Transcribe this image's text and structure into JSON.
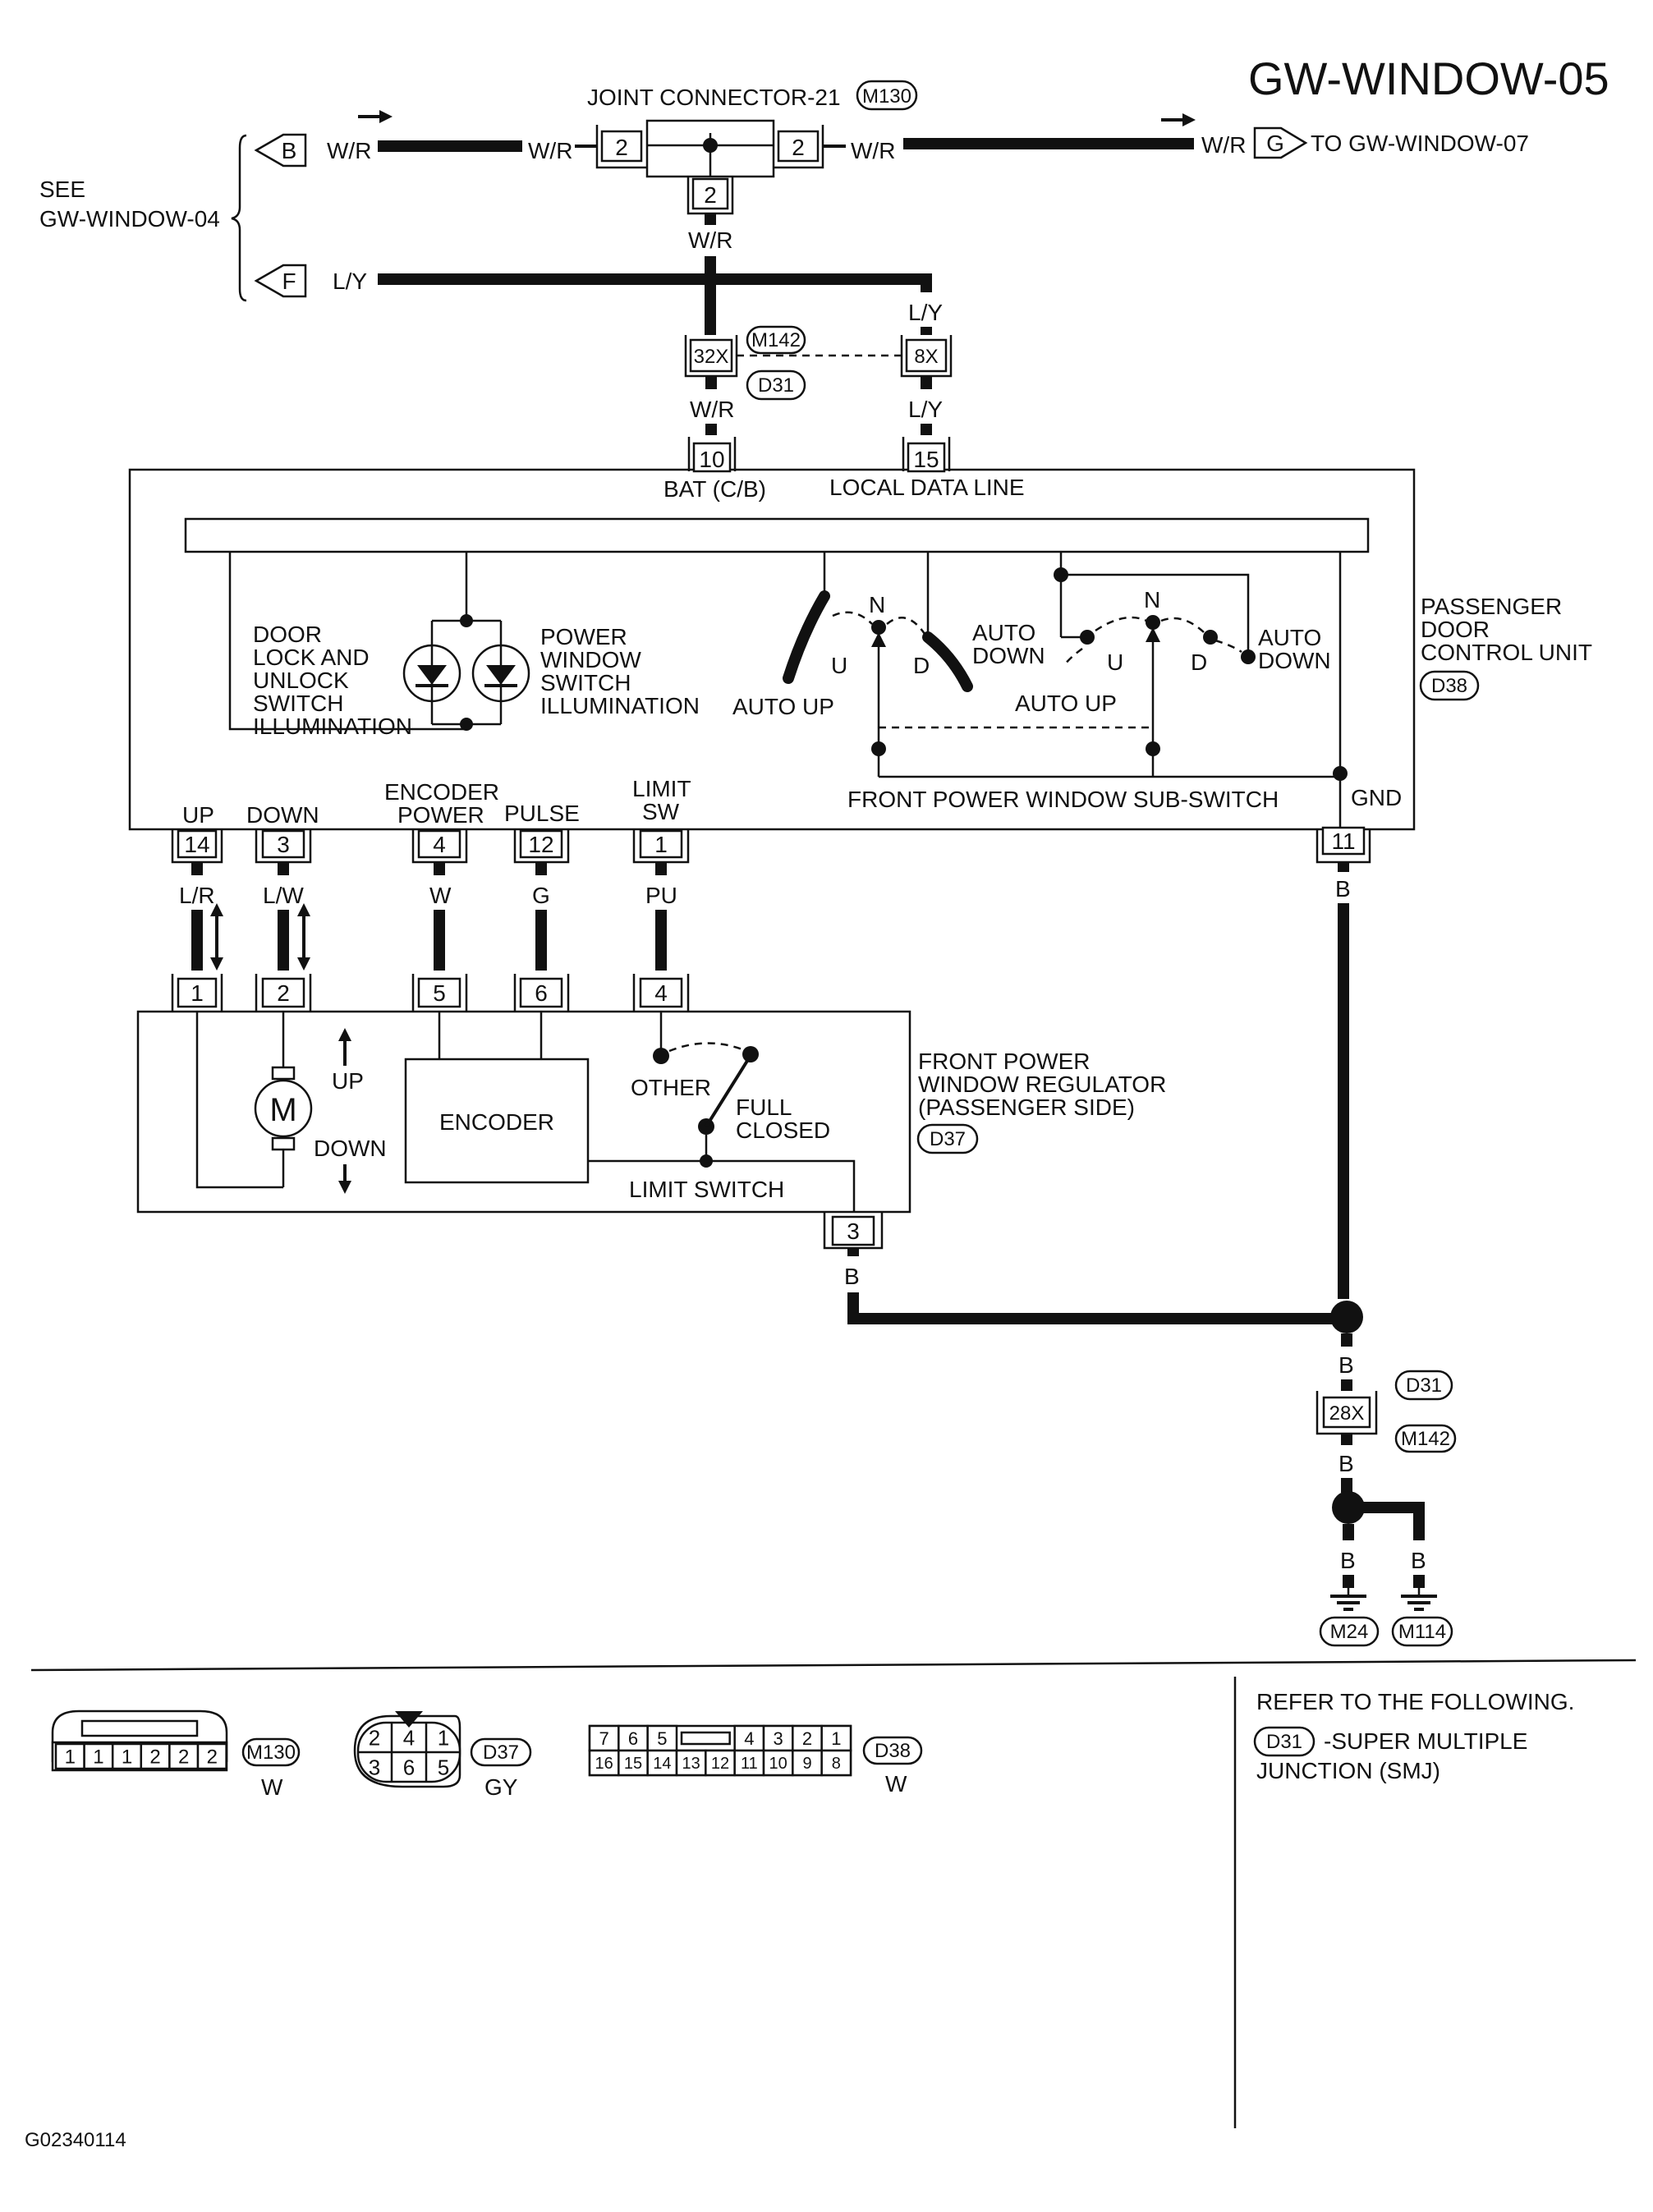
{
  "page": {
    "title": "GW-WINDOW-05",
    "figure_id": "G02340114"
  },
  "top": {
    "joint_connector": "JOINT CONNECTOR-21",
    "joint_connector_tag": "M130",
    "see_label_1": "SEE",
    "see_label_2": "GW-WINDOW-04",
    "to_label": "TO GW-WINDOW-07",
    "conn_b": "B",
    "conn_f": "F",
    "conn_g": "G",
    "wire_wr": "W/R",
    "wire_ly": "L/Y",
    "pin_2": "2",
    "pin_32x": "32X",
    "pin_8x": "8X",
    "tag_m142": "M142",
    "tag_d31": "D31"
  },
  "pdcu": {
    "title_1": "PASSENGER",
    "title_2": "DOOR",
    "title_3": "CONTROL UNIT",
    "tag": "D38",
    "pin_10": "10",
    "pin_15": "15",
    "bat_label": "BAT (C/B)",
    "local_data": "LOCAL DATA LINE",
    "door_lock_1": "DOOR",
    "door_lock_2": "LOCK AND",
    "door_lock_3": "UNLOCK",
    "door_lock_4": "SWITCH",
    "door_lock_5": "ILLUMINATION",
    "pws_1": "POWER",
    "pws_2": "WINDOW",
    "pws_3": "SWITCH",
    "pws_4": "ILLUMINATION",
    "sw_n": "N",
    "sw_u": "U",
    "sw_d": "D",
    "auto_up": "AUTO UP",
    "auto_down_1": "AUTO",
    "auto_down_2": "DOWN",
    "sub_switch": "FRONT POWER WINDOW SUB-SWITCH",
    "gnd": "GND",
    "up": "UP",
    "down": "DOWN",
    "encoder_power_1": "ENCODER",
    "encoder_power_2": "POWER",
    "pulse": "PULSE",
    "limit_sw_1": "LIMIT",
    "limit_sw_2": "SW",
    "pin_14": "14",
    "pin_3": "3",
    "pin_4": "4",
    "pin_12": "12",
    "pin_1": "1",
    "pin_11": "11"
  },
  "wires": {
    "lr": "L/R",
    "lw": "L/W",
    "w": "W",
    "g": "G",
    "pu": "PU",
    "b": "B"
  },
  "regulator": {
    "title_1": "FRONT POWER",
    "title_2": "WINDOW REGULATOR",
    "title_3": "(PASSENGER SIDE)",
    "tag": "D37",
    "pin_1": "1",
    "pin_2": "2",
    "pin_5": "5",
    "pin_6": "6",
    "pin_4": "4",
    "pin_3": "3",
    "motor": "M",
    "up": "UP",
    "down": "DOWN",
    "encoder": "ENCODER",
    "other": "OTHER",
    "full_1": "FULL",
    "full_2": "CLOSED",
    "limit_switch": "LIMIT SWITCH"
  },
  "ground": {
    "pin_28x": "28X",
    "tag_d31": "D31",
    "tag_m142": "M142",
    "tag_m24": "M24",
    "tag_m114": "M114"
  },
  "legend": {
    "m130_tag": "M130",
    "m130_color": "W",
    "m130_pins": [
      "1",
      "1",
      "1",
      "2",
      "2",
      "2"
    ],
    "d37_tag": "D37",
    "d37_color": "GY",
    "d37_top": [
      "2",
      "4",
      "1"
    ],
    "d37_bottom": [
      "3",
      "6",
      "5"
    ],
    "d38_tag": "D38",
    "d38_color": "W",
    "d38_top": [
      "7",
      "6",
      "5",
      "4",
      "3",
      "2",
      "1"
    ],
    "d38_bottom": [
      "16",
      "15",
      "14",
      "13",
      "12",
      "11",
      "10",
      "9",
      "8"
    ],
    "refer_1": "REFER TO THE FOLLOWING.",
    "refer_tag": "D31",
    "refer_2": "-SUPER MULTIPLE",
    "refer_3": "JUNCTION (SMJ)"
  }
}
